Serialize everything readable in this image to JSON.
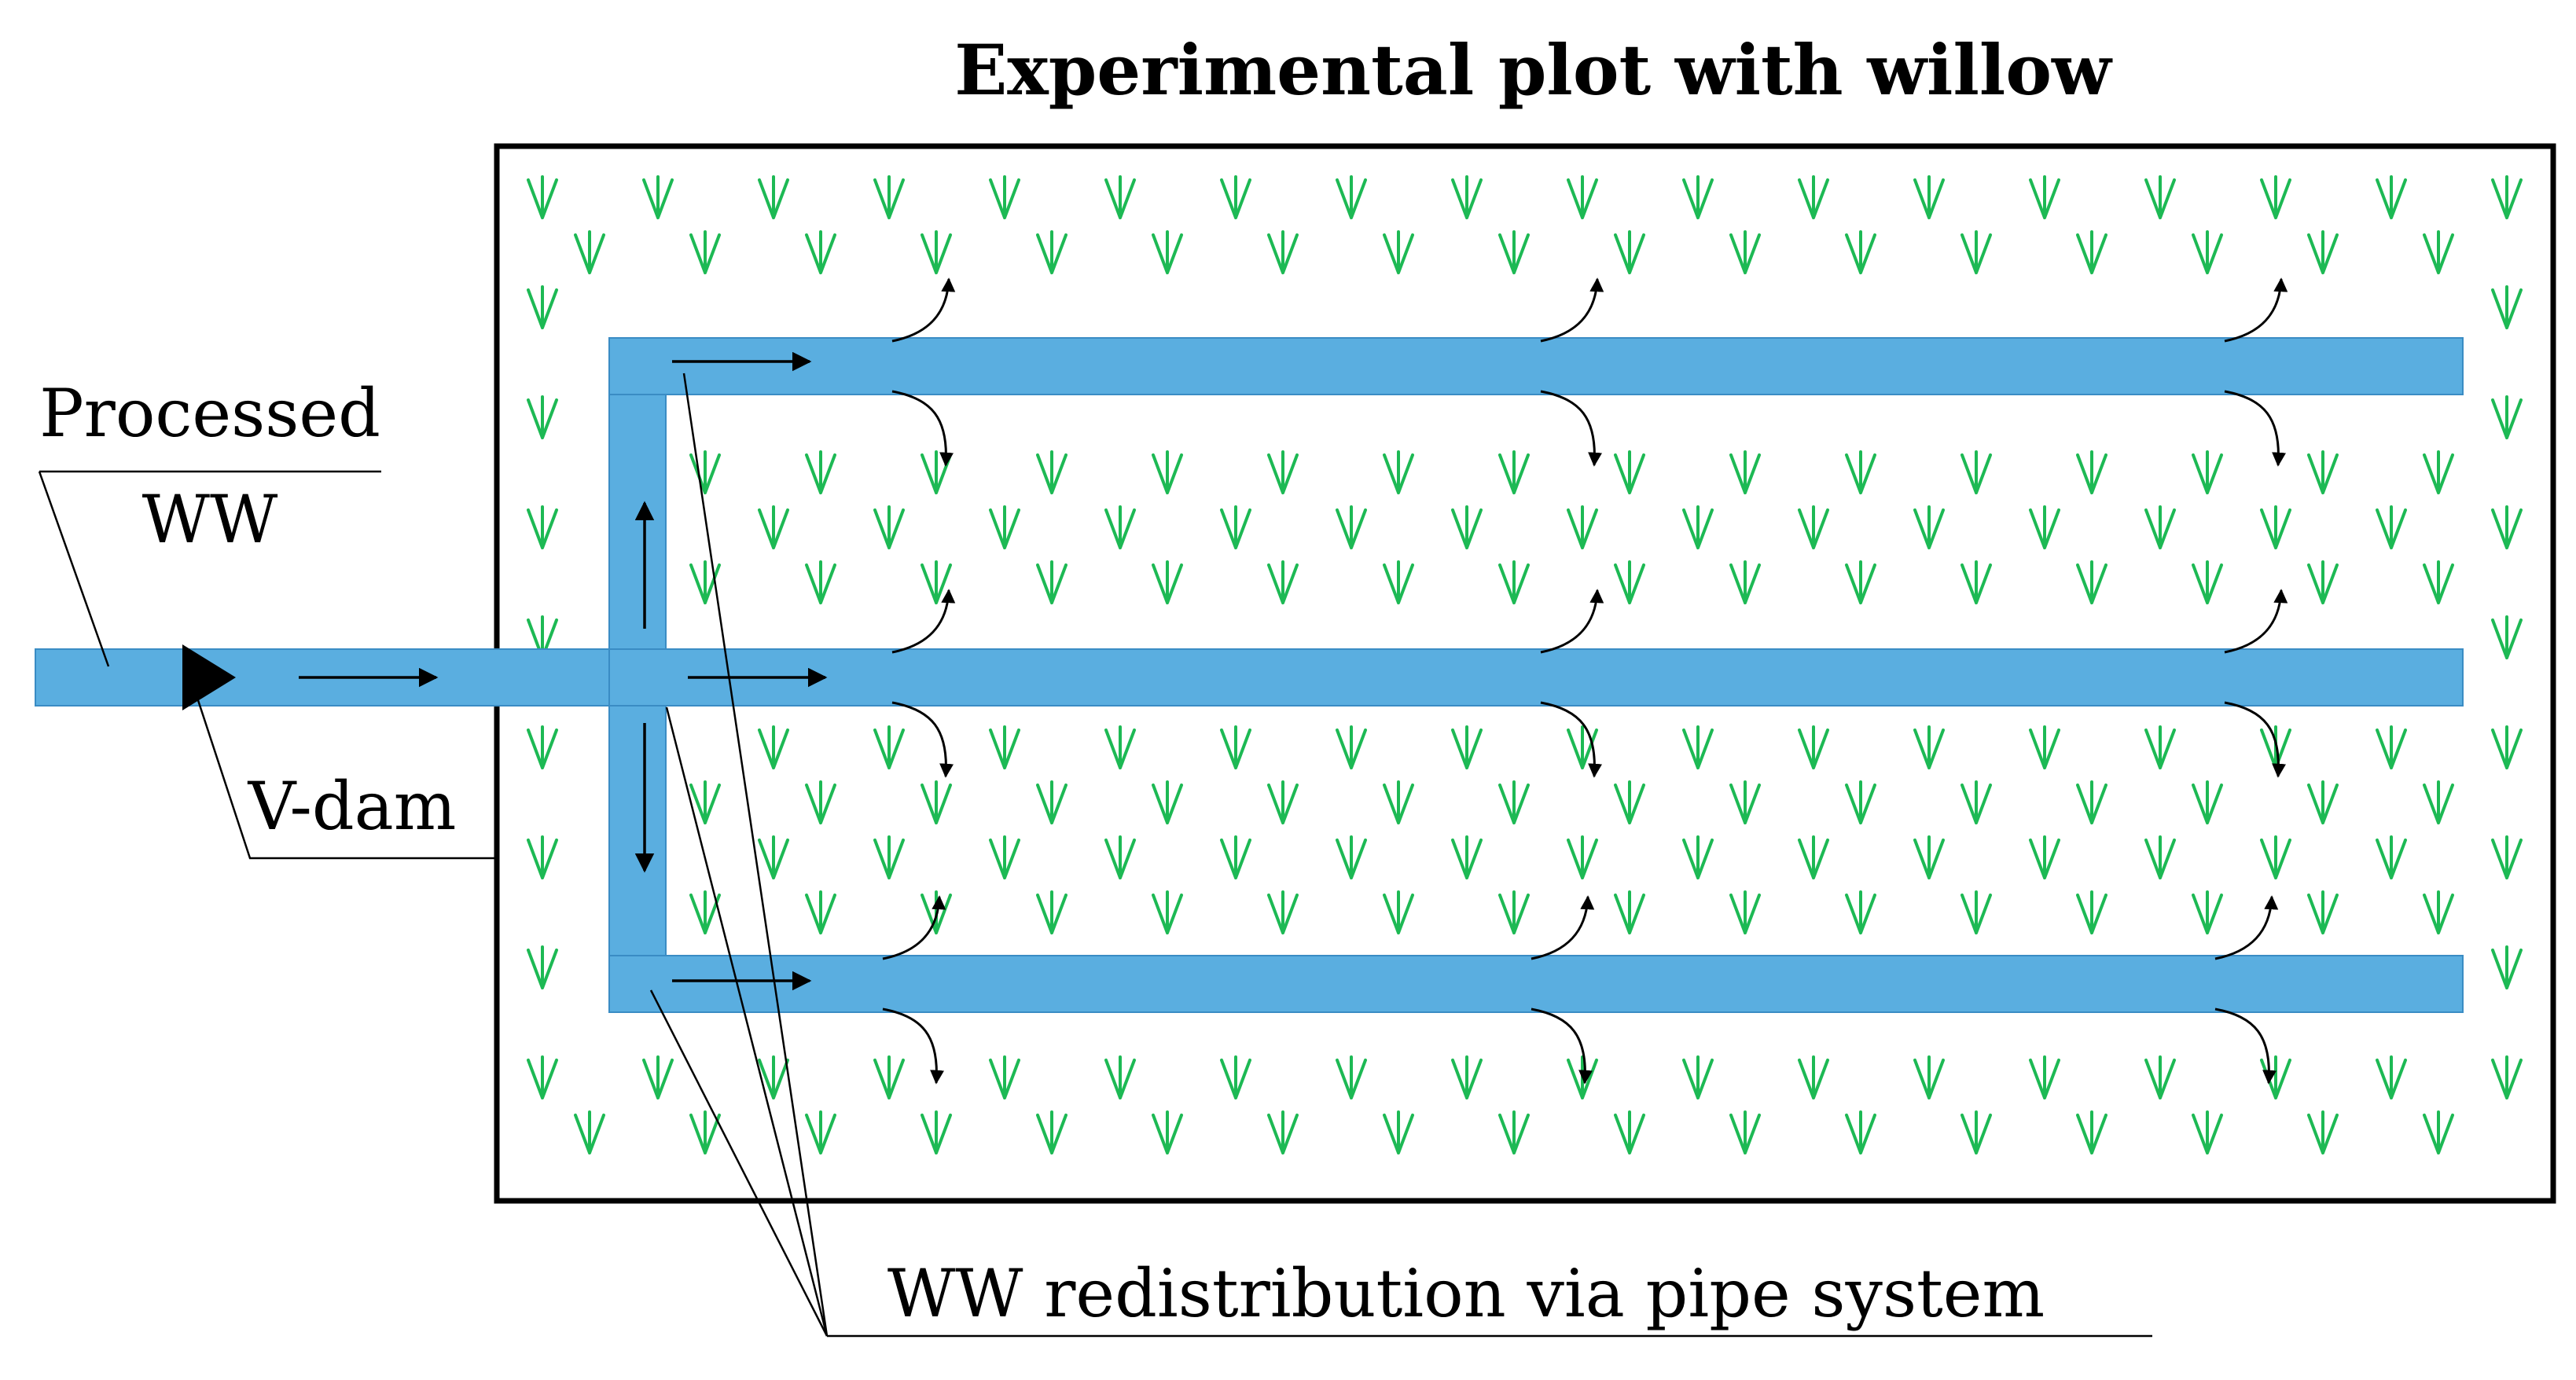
{
  "diagram": {
    "title": "Experimental plot with willow",
    "labels": {
      "inlet_line1": "Processed",
      "inlet_line2": "WW",
      "dam": "V-dam",
      "redistribution": "WW redistribution via pipe system"
    },
    "colors": {
      "pipe": "#5aaee0",
      "willow": "#1db954",
      "border": "#000000"
    },
    "icons": {
      "willow_symbol": "willow-sprout-icon",
      "dam_symbol": "v-dam-triangle-icon"
    }
  }
}
